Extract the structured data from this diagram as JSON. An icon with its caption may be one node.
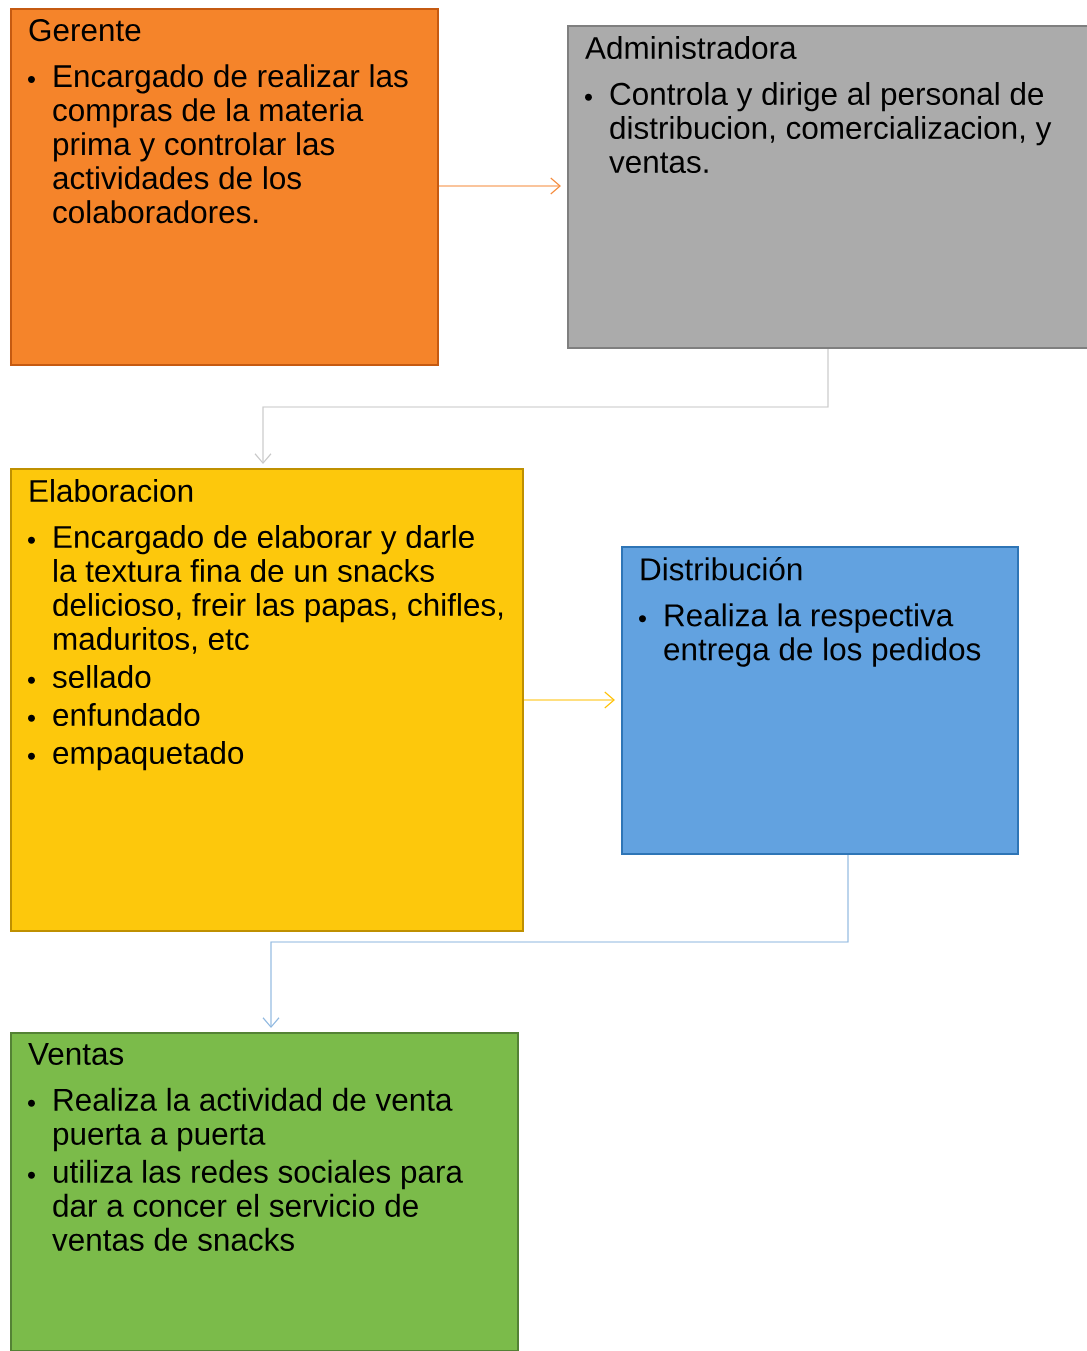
{
  "diagram": {
    "nodes": [
      {
        "text": [
          "Gerente",
          "Encargado de realizar las compras de la materia prima y controlar las actividades de los colaboradores."
        ]
      },
      {
        "text": [
          "Administradora",
          "Controla y dirige al personal de distribucion, comercializacion, y ventas."
        ]
      },
      {
        "text": [
          "Elaboracion",
          "Encargado de elaborar y  darle la textura fina de un snacks delicioso, freir las papas, chifles, maduritos, etc",
          "sellado",
          "enfundado",
          "empaquetado"
        ]
      },
      {
        "text": [
          "Distribución",
          "Realiza la respectiva entrega de los pedidos"
        ]
      },
      {
        "text": [
          "Ventas",
          "Realiza la actividad de venta puerta a puerta",
          "utiliza las redes sociales para dar a concer el servicio de ventas de snacks"
        ]
      }
    ],
    "edges": [
      {
        "from": 0,
        "to": 1,
        "arrow": "to",
        "color": "#f58a3a"
      },
      {
        "from": 1,
        "to": 2,
        "arrow": "to",
        "color": "#c8c8c8"
      },
      {
        "from": 2,
        "to": 3,
        "arrow": "to",
        "color": "#ffc000"
      },
      {
        "from": 3,
        "to": 4,
        "arrow": "to",
        "color": "#8fb8e0"
      }
    ]
  }
}
